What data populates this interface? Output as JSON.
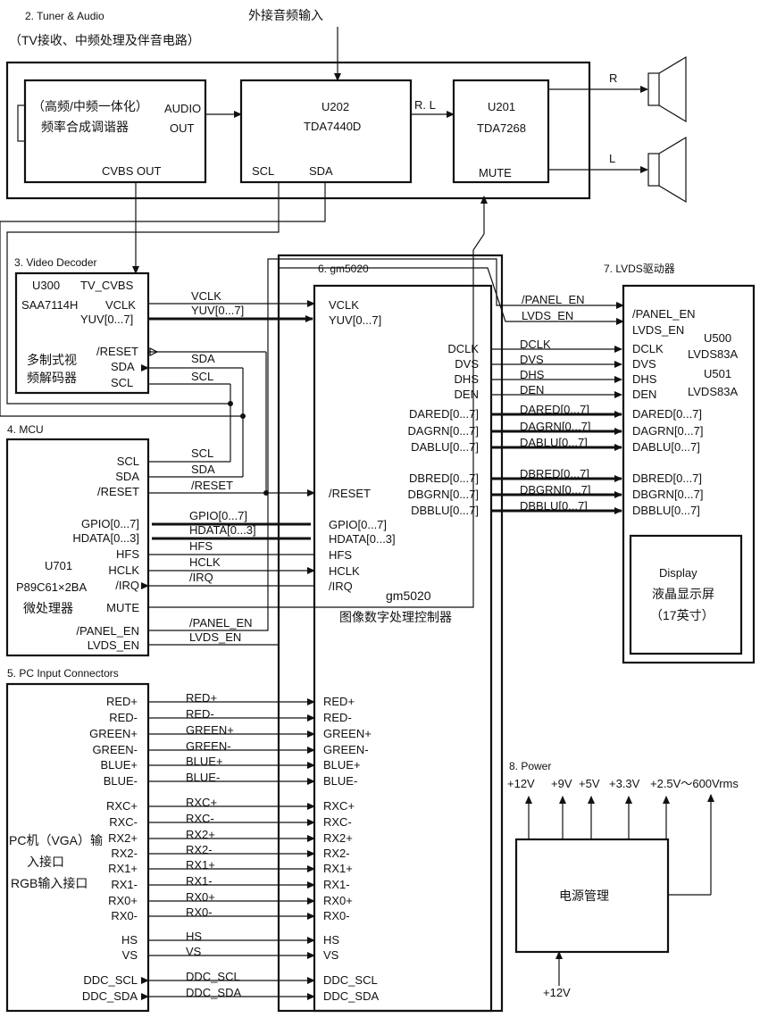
{
  "sections": {
    "tuner": "2. Tuner & Audio",
    "tuner_sub": "（TV接收、中频处理及伴音电路）",
    "ext_audio": "外接音频输入",
    "video": "3. Video Decoder",
    "mcu": "4. MCU",
    "pc": "5. PC Input Connectors",
    "gm": "6. gm5020",
    "lvds": "7. LVDS驱动器",
    "power": "8. Power"
  },
  "tuner": {
    "line1": "（高频/中频一体化）",
    "line2": "频率合成调谐器",
    "audio1": "AUDIO",
    "audio2": "OUT",
    "cvbs": "CVBS OUT"
  },
  "u202": {
    "ref": "U202",
    "part": "TDA7440D",
    "scl": "SCL",
    "sda": "SDA"
  },
  "rl_label": "R. L",
  "u201": {
    "ref": "U201",
    "part": "TDA7268",
    "mute": "MUTE"
  },
  "speakers": {
    "r": "R",
    "l": "L"
  },
  "decoder": {
    "ref": "U300",
    "tv_cvbs": "TV_CVBS",
    "part": "SAA7114H",
    "vclk": "VCLK",
    "yuv": "YUV[0...7]",
    "desc1": "多制式视",
    "desc2": "频解码器",
    "reset": "/RESET",
    "sda": "SDA",
    "scl": "SCL"
  },
  "mcu": {
    "pins": [
      "SCL",
      "SDA",
      "/RESET",
      "GPIO[0...7]",
      "HDATA[0...3]",
      "HFS",
      "HCLK",
      "/IRQ",
      "MUTE",
      "/PANEL_EN",
      "LVDS_EN"
    ],
    "ref": "U701",
    "part": "P89C61×2BA",
    "desc": "微处理器"
  },
  "pc": {
    "pins": [
      "RED+",
      "RED-",
      "GREEN+",
      "GREEN-",
      "BLUE+",
      "BLUE-",
      "RXC+",
      "RXC-",
      "RX2+",
      "RX2-",
      "RX1+",
      "RX1-",
      "RX0+",
      "RX0-",
      "HS",
      "VS",
      "DDC_SCL",
      "DDC_SDA"
    ],
    "desc1": "PC机（VGA）输",
    "desc2": "入接口",
    "desc3": "RGB输入接口"
  },
  "wires": {
    "vclk": "VCLK",
    "yuv": "YUV[0...7]",
    "sda": "SDA",
    "scl": "SCL",
    "reset": "/RESET",
    "gpio": "GPIO[0...7]",
    "hdata": "HDATA[0...3]",
    "hfs": "HFS",
    "hclk": "HCLK",
    "irq": "/IRQ",
    "panel_en": "/PANEL_EN",
    "lvds_en": "LVDS_EN",
    "dclk": "DCLK",
    "dvs": "DVS",
    "dhs": "DHS",
    "den": "DEN",
    "dared": "DARED[0...7]",
    "dagrn": "DAGRN[0...7]",
    "dablu": "DABLU[0...7]",
    "dbred": "DBRED[0...7]",
    "dbgrn": "DBGRN[0...7]",
    "dbblu": "DBBLU[0...7]"
  },
  "gm": {
    "left_pins": [
      "VCLK",
      "YUV[0...7]",
      "/RESET",
      "GPIO[0...7]",
      "HDATA[0...3]",
      "HFS",
      "HCLK",
      "/IRQ"
    ],
    "right_pins": [
      "DCLK",
      "DVS",
      "DHS",
      "DEN",
      "DARED[0...7]",
      "DAGRN[0...7]",
      "DABLU[0...7]",
      "DBRED[0...7]",
      "DBGRN[0...7]",
      "DBBLU[0...7]"
    ],
    "pc_pins": [
      "RED+",
      "RED-",
      "GREEN+",
      "GREEN-",
      "BLUE+",
      "BLUE-",
      "RXC+",
      "RXC-",
      "RX2+",
      "RX2-",
      "RX1+",
      "RX1-",
      "RX0+",
      "RX0-",
      "HS",
      "VS",
      "DDC_SCL",
      "DDC_SDA"
    ],
    "name": "gm5020",
    "desc": "图像数字处理控制器"
  },
  "lvds": {
    "pins": [
      "/PANEL_EN",
      "LVDS_EN",
      "DCLK",
      "DVS",
      "DHS",
      "DEN",
      "DARED[0...7]",
      "DAGRN[0...7]",
      "DABLU[0...7]",
      "DBRED[0...7]",
      "DBGRN[0...7]",
      "DBBLU[0...7]"
    ],
    "u500": "U500",
    "u500_part": "LVDS83A",
    "u501": "U501",
    "u501_part": "LVDS83A"
  },
  "display": {
    "title": "Display",
    "desc": "液晶显示屏",
    "size": "（17英寸）"
  },
  "power": {
    "rails": [
      "+12V",
      "+9V",
      "+5V",
      "+3.3V",
      "+2.5V～600Vrms"
    ],
    "box": "电源管理",
    "input": "+12V"
  }
}
